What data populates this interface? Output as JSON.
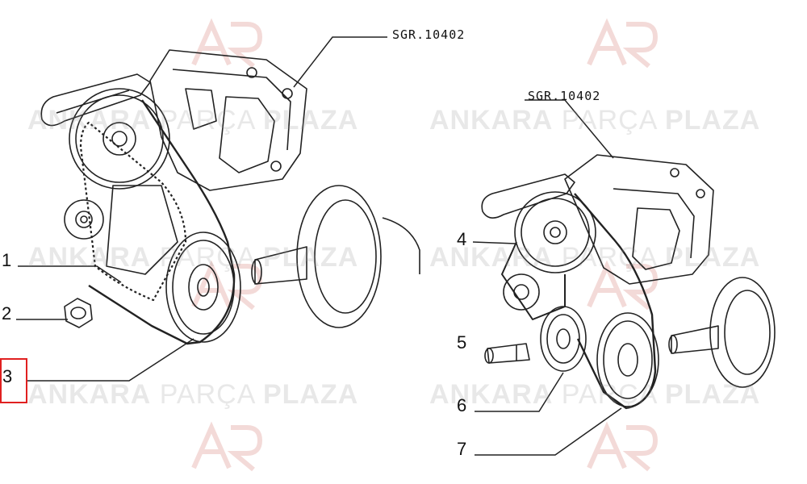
{
  "watermark": {
    "brand_bold_1": "ANKARA",
    "brand_light": "PARÇA",
    "brand_bold_2": "PLAZA",
    "logo_color": "#c0392b"
  },
  "references": {
    "left": "SGR.10402",
    "right": "SGR.10402"
  },
  "callouts": {
    "c1": "1",
    "c2": "2",
    "c3": "3",
    "c4": "4",
    "c5": "5",
    "c6": "6",
    "c7": "7"
  },
  "selected_callout": "3",
  "colors": {
    "line": "#222222",
    "highlight": "#e02020"
  }
}
